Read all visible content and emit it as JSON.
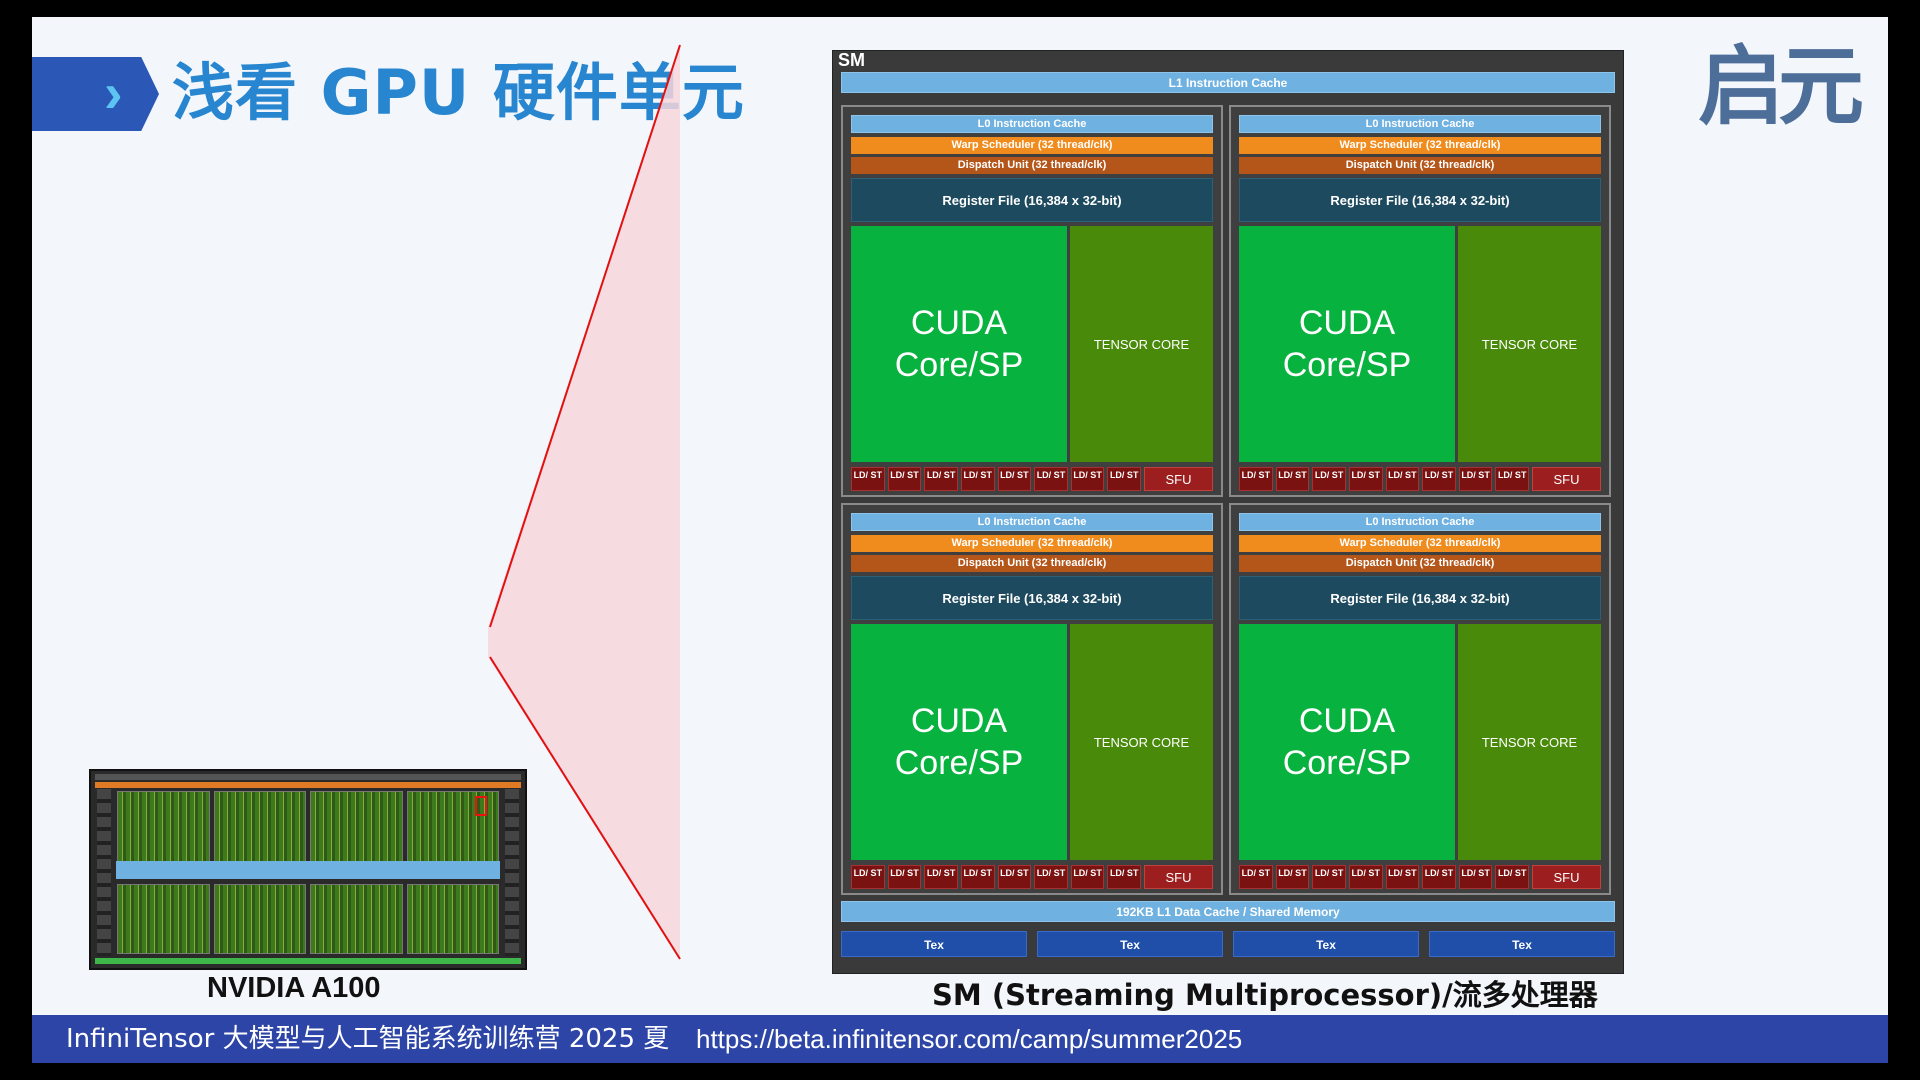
{
  "title": "浅看 GPU 硬件单元",
  "logo": "启元",
  "captions": {
    "gpu": "NVIDIA A100",
    "sm": "SM (Streaming Multiprocessor)/流多处理器"
  },
  "sm": {
    "label": "SM",
    "l1_instruction_cache": "L1 Instruction Cache",
    "l1_data_cache": "192KB L1 Data Cache / Shared Memory",
    "tex_units": [
      "Tex",
      "Tex",
      "Tex",
      "Tex"
    ],
    "partitions": [
      {
        "l0_cache": "L0 Instruction Cache",
        "warp_scheduler": "Warp Scheduler (32 thread/clk)",
        "dispatch_unit": "Dispatch Unit (32 thread/clk)",
        "register_file": "Register File (16,384 x 32-bit)",
        "cuda_core": "CUDA Core/SP",
        "tensor_core": "TENSOR CORE",
        "ldst_label": "LD/ ST",
        "sfu": "SFU"
      },
      {
        "l0_cache": "L0 Instruction Cache",
        "warp_scheduler": "Warp Scheduler (32 thread/clk)",
        "dispatch_unit": "Dispatch Unit (32 thread/clk)",
        "register_file": "Register File (16,384 x 32-bit)",
        "cuda_core": "CUDA Core/SP",
        "tensor_core": "TENSOR CORE",
        "ldst_label": "LD/ ST",
        "sfu": "SFU"
      },
      {
        "l0_cache": "L0 Instruction Cache",
        "warp_scheduler": "Warp Scheduler (32 thread/clk)",
        "dispatch_unit": "Dispatch Unit (32 thread/clk)",
        "register_file": "Register File (16,384 x 32-bit)",
        "cuda_core": "CUDA Core/SP",
        "tensor_core": "TENSOR CORE",
        "ldst_label": "LD/ ST",
        "sfu": "SFU"
      },
      {
        "l0_cache": "L0 Instruction Cache",
        "warp_scheduler": "Warp Scheduler (32 thread/clk)",
        "dispatch_unit": "Dispatch Unit (32 thread/clk)",
        "register_file": "Register File (16,384 x 32-bit)",
        "cuda_core": "CUDA Core/SP",
        "tensor_core": "TENSOR CORE",
        "ldst_label": "LD/ ST",
        "sfu": "SFU"
      }
    ]
  },
  "footer": {
    "event": "InfiniTensor 大模型与人工智能系统训练营 2025 夏",
    "url": "https://beta.infinitensor.com/camp/summer2025"
  },
  "colors": {
    "title": "#2786cf",
    "footer_bg": "#2c45a6",
    "cuda": "#08b23f",
    "tensor": "#4a8a0a",
    "warp": "#f08c1e",
    "dispatch": "#b4561a",
    "cache": "#6fb1e0",
    "ldst": "#7a1212",
    "highlight": "#e11111"
  }
}
